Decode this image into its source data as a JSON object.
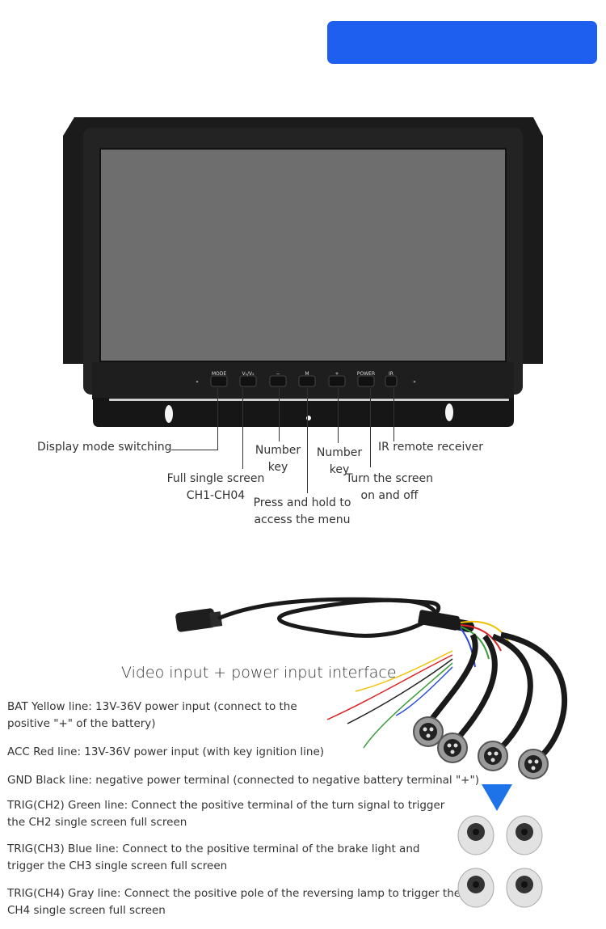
{
  "monitor": {
    "buttons": [
      "MODE",
      "V₁/V₂",
      "−",
      "M",
      "+",
      "POWER",
      "IR"
    ]
  },
  "callouts": {
    "display_mode": "Display mode switching",
    "full_single_screen": [
      "Full single screen",
      "CH1-CH04"
    ],
    "number_key_left": [
      "Number",
      "key"
    ],
    "menu": [
      "Press and hold to",
      "access the menu"
    ],
    "number_key_right": [
      "Number",
      "key"
    ],
    "power": [
      "Turn the screen",
      "on and off"
    ],
    "ir": "IR remote receiver"
  },
  "wiring": {
    "title": "Video input + power input interface",
    "lines": [
      [
        "BAT Yellow line: 13V-36V power input (connect to the",
        "positive \"+\" of the battery)"
      ],
      [
        "ACC Red line: 13V-36V power input (with key ignition line)"
      ],
      [
        "GND Black line: negative power terminal (connected to negative battery terminal \"+\")"
      ],
      [
        "TRIG(CH2) Green line: Connect the positive terminal of the turn signal to trigger",
        "the CH2 single screen full screen"
      ],
      [
        "TRIG(CH3) Blue line: Connect to the positive terminal of the brake light and",
        "trigger the CH3 single screen full screen"
      ],
      [
        "TRIG(CH4) Gray line: Connect the positive pole of the reversing lamp to trigger the",
        "CH4 single screen full screen"
      ]
    ]
  }
}
